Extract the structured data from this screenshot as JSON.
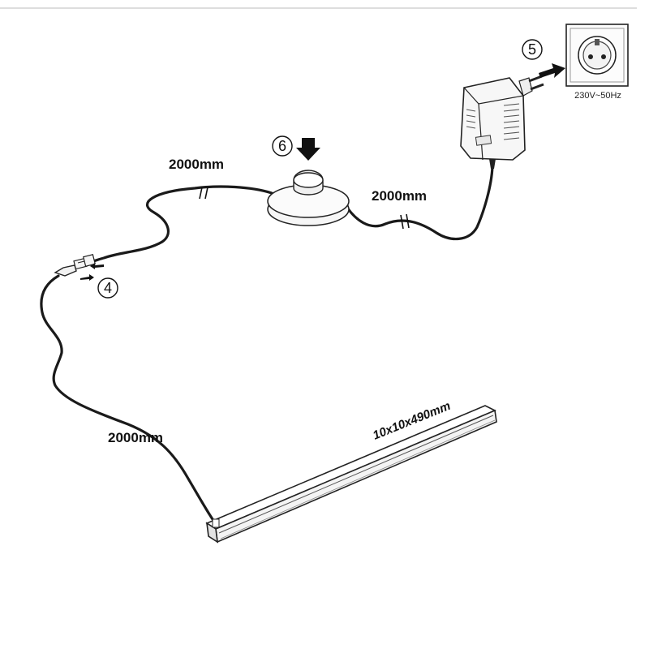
{
  "labels": {
    "cable_top_left": "2000mm",
    "cable_top_right": "2000mm",
    "cable_left": "2000mm",
    "profile_size": "10x10x490mm",
    "voltage": "230V~50Hz"
  },
  "steps": {
    "connector": "4",
    "plug_in": "5",
    "press_switch": "6"
  }
}
